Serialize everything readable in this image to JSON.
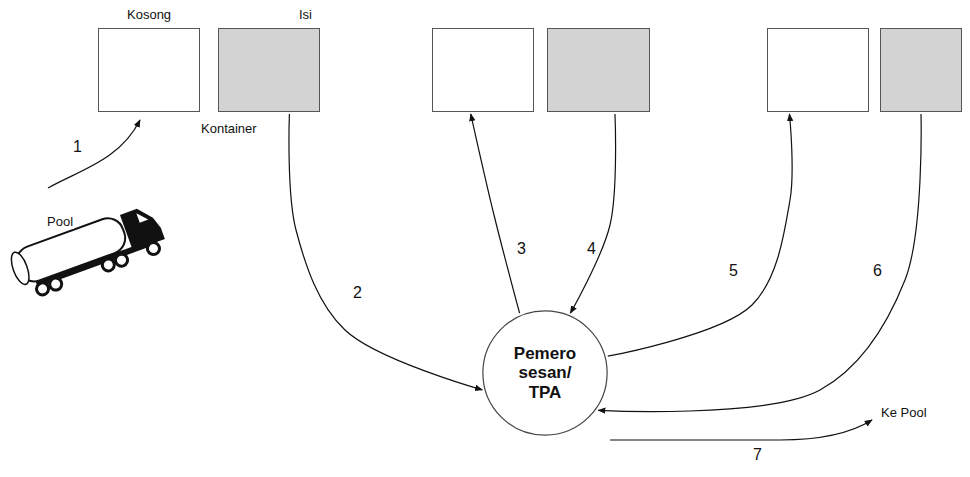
{
  "diagram": {
    "nodes": [
      {
        "text": [
          "Kosong"
        ]
      },
      {
        "text": [
          "Isi"
        ]
      },
      {
        "text": []
      },
      {
        "text": []
      },
      {
        "text": []
      },
      {
        "text": []
      },
      {
        "text": [
          "Pemero sesan/ TPA"
        ]
      }
    ],
    "edges": [
      {
        "from": 1,
        "to": 6,
        "label": "2",
        "arrow": "to"
      },
      {
        "from": 6,
        "to": 2,
        "label": "3",
        "arrow": "to"
      },
      {
        "from": 3,
        "to": 6,
        "label": "4",
        "arrow": "to"
      },
      {
        "from": 6,
        "to": 4,
        "label": "5",
        "arrow": "to"
      },
      {
        "from": 5,
        "to": 6,
        "label": "6",
        "arrow": "to"
      }
    ],
    "labels": [
      "Kontainer",
      "1",
      "Pool",
      "Ke Pool",
      "7"
    ]
  }
}
